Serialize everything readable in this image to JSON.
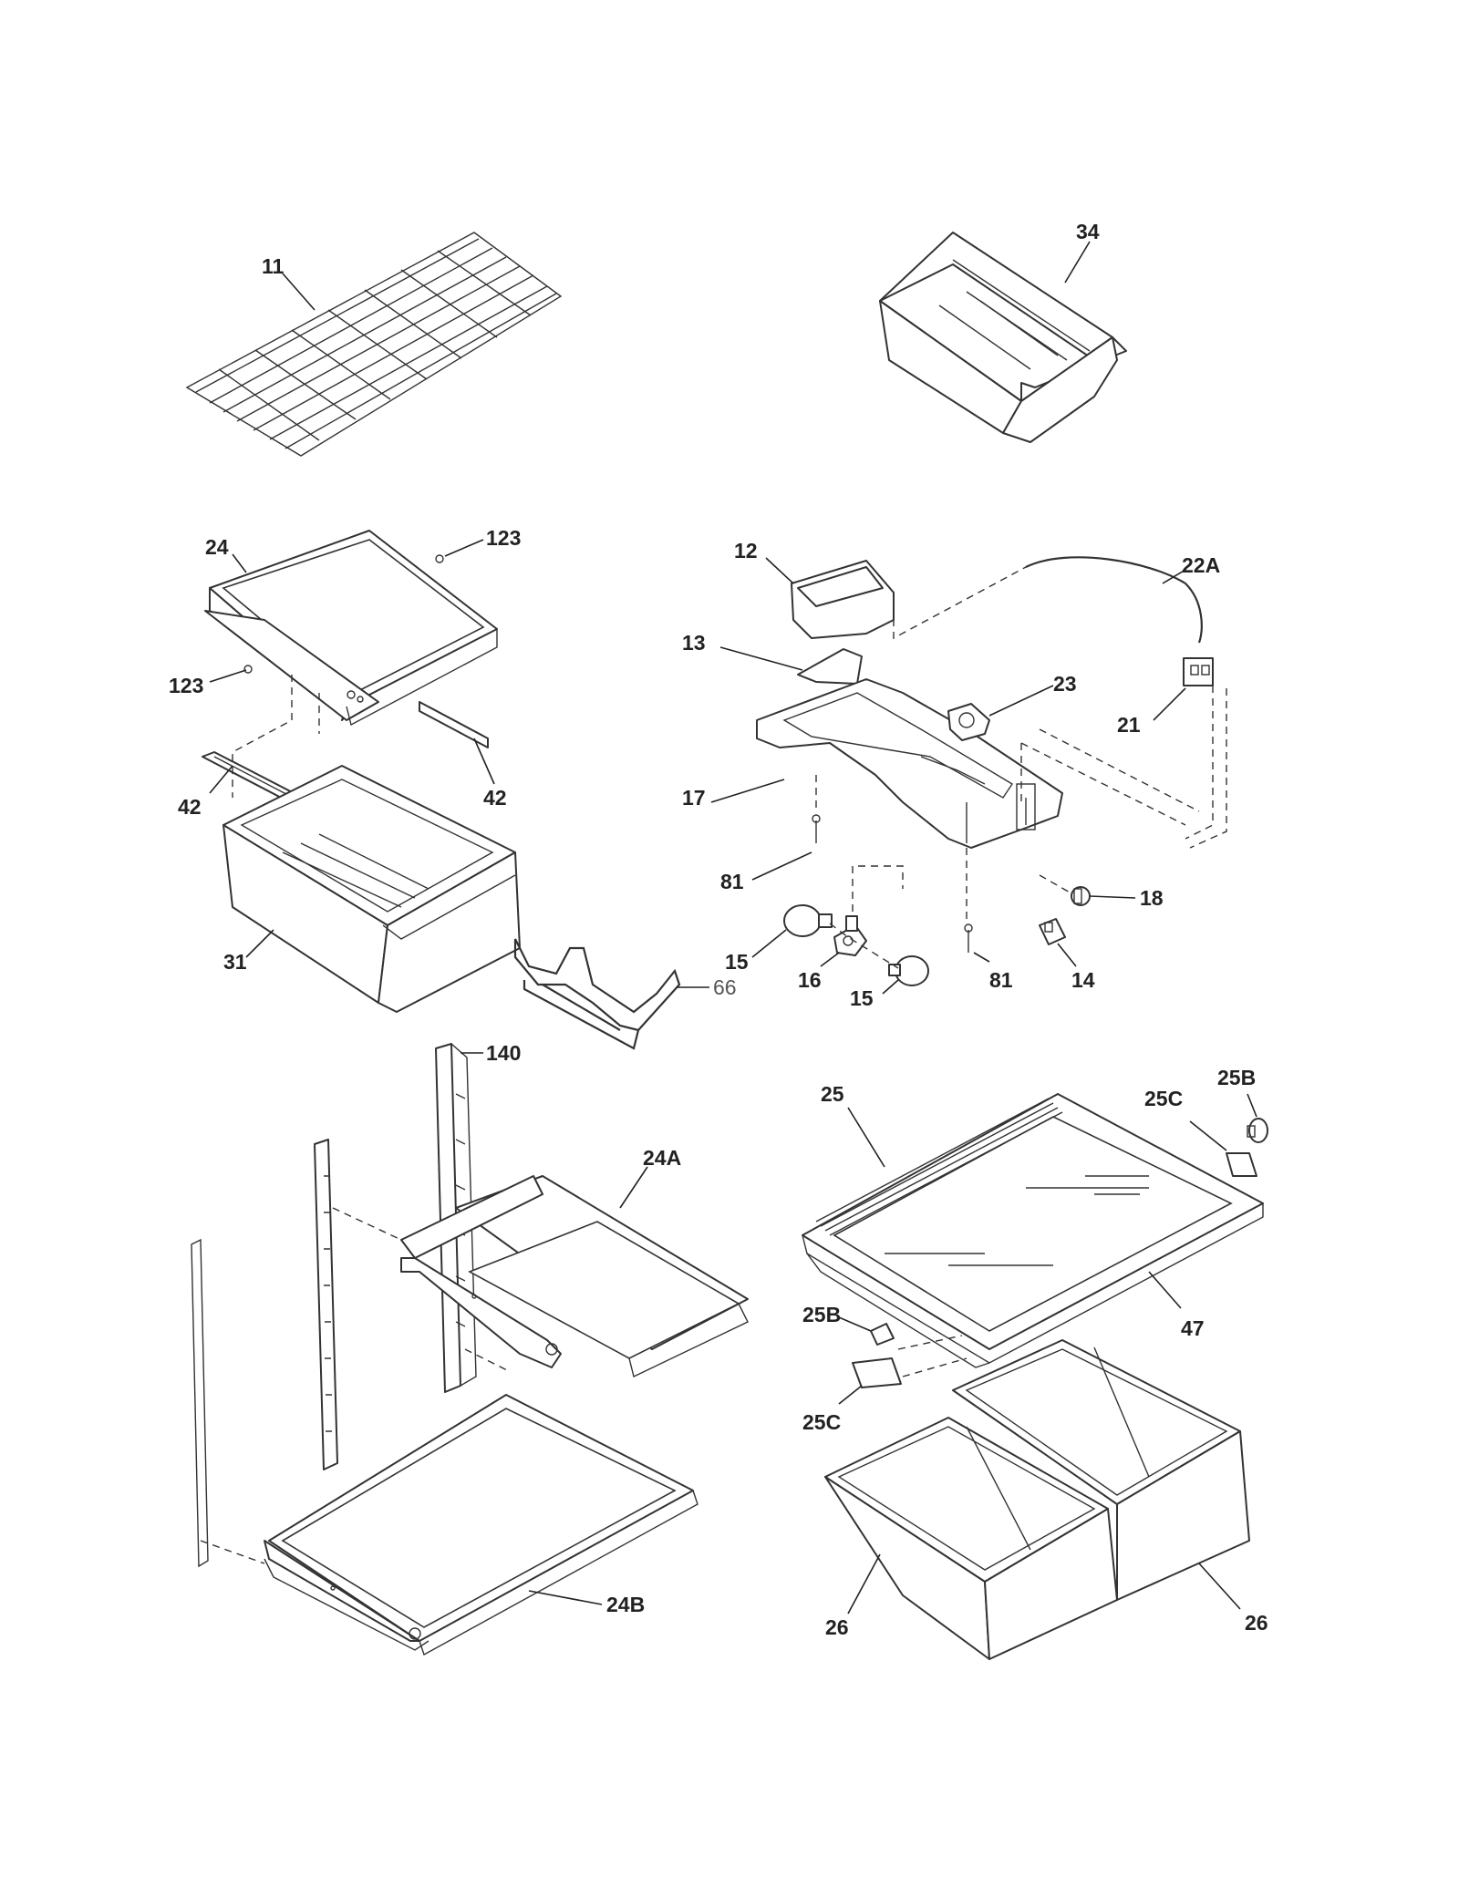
{
  "diagram": {
    "callouts": {
      "c11": "11",
      "c34": "34",
      "c24": "24",
      "c123a": "123",
      "c123b": "123",
      "c42a": "42",
      "c42b": "42",
      "c31": "31",
      "c66": "66",
      "c12": "12",
      "c13": "13",
      "c17": "17",
      "c22A": "22A",
      "c23": "23",
      "c21": "21",
      "c81a": "81",
      "c81b": "81",
      "c15a": "15",
      "c15b": "15",
      "c16": "16",
      "c14": "14",
      "c18": "18",
      "c140": "140",
      "c24A": "24A",
      "c24B": "24B",
      "c25": "25",
      "c25Ba": "25B",
      "c25Bb": "25B",
      "c25Ca": "25C",
      "c25Cb": "25C",
      "c47": "47",
      "c26a": "26",
      "c26b": "26"
    },
    "colors": {
      "line": "#333333",
      "text": "#222222",
      "background": "#ffffff"
    }
  }
}
